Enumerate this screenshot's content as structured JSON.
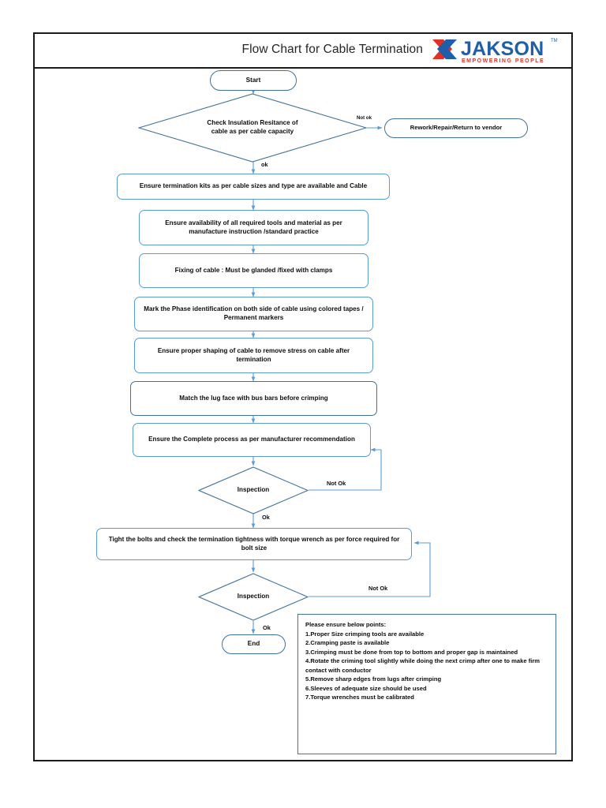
{
  "header": {
    "title": "Flow Chart for Cable Termination",
    "logo": {
      "name": "JAKSON",
      "tagline": "EMPOWERING PEOPLE",
      "trademark": "TM",
      "mark_colors": [
        "#E03127",
        "#1F5FA9"
      ],
      "wordmark_color": "#1F5FA9",
      "tagline_color": "#E03127"
    }
  },
  "colors": {
    "frame_border": "#1a1a1a",
    "node_border": "#5B9BD5",
    "node_border_dark": "#41719C",
    "connector": "#5B9BD5",
    "notes_border": "#4472A8",
    "text": "#0d0d0d",
    "background": "#ffffff"
  },
  "flow": {
    "nodes": [
      {
        "id": "start",
        "type": "terminator",
        "label": "Start"
      },
      {
        "id": "check",
        "type": "decision",
        "label": "Check Insulation Resitance of\ncable as per cable capacity"
      },
      {
        "id": "rework",
        "type": "terminator",
        "label": "Rework/Repair/Return to vendor"
      },
      {
        "id": "kits",
        "type": "process",
        "label": "Ensure termination kits as per cable sizes and type are available and Cable"
      },
      {
        "id": "tools",
        "type": "process",
        "label": "Ensure availability of all  required tools and material as per manufacture instruction /standard practice"
      },
      {
        "id": "fixing",
        "type": "process",
        "label": "Fixing of cable : Must be glanded /fixed with clamps"
      },
      {
        "id": "phase",
        "type": "process",
        "label": "Mark the Phase identification on both side of cable using colored tapes / Permanent markers"
      },
      {
        "id": "shaping",
        "type": "process",
        "label": "Ensure proper shaping of cable to remove stress on cable after termination"
      },
      {
        "id": "lugface",
        "type": "process",
        "label": "Match the lug face  with bus bars before crimping"
      },
      {
        "id": "complete",
        "type": "process",
        "label": "Ensure  the Complete process as per manufacturer recommendation"
      },
      {
        "id": "inspection1",
        "type": "decision",
        "label": "Inspection"
      },
      {
        "id": "bolts",
        "type": "process",
        "label": "Tight the bolts and check the  termination tightness with torque wrench as per force required for bolt size"
      },
      {
        "id": "inspection2",
        "type": "decision",
        "label": "Inspection"
      },
      {
        "id": "end",
        "type": "terminator",
        "label": "End"
      }
    ],
    "edge_labels": [
      {
        "id": "check-notok",
        "text": "Not ok"
      },
      {
        "id": "check-ok",
        "text": "ok"
      },
      {
        "id": "insp1-notok",
        "text": "Not Ok"
      },
      {
        "id": "insp1-ok",
        "text": "Ok"
      },
      {
        "id": "insp2-notok",
        "text": "Not Ok"
      },
      {
        "id": "insp2-ok",
        "text": "Ok"
      }
    ]
  },
  "notes": {
    "heading": "Please ensure below points:",
    "items": [
      "1.Proper Size crimping tools are available",
      "2.Cramping paste is available",
      "3.Crimping must be done from top to bottom and proper gap is maintained",
      "4.Rotate the criming tool slightly while doing the next crimp after one to make firm contact with conductor",
      "5.Remove sharp edges from lugs after crimping",
      "6.Sleeves of adequate size should be used",
      "7.Torque wrenches must be calibrated"
    ]
  }
}
